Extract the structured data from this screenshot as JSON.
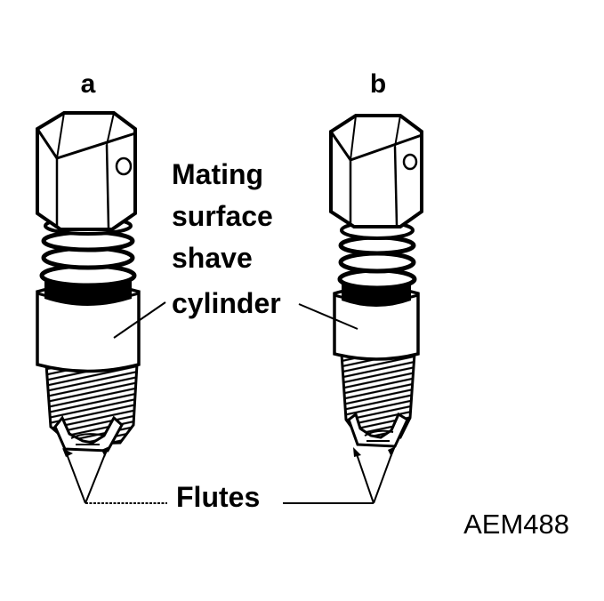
{
  "labels": {
    "a": "a",
    "b": "b",
    "mating_lines": [
      "Mating",
      "surface",
      "shave",
      "cylinder"
    ],
    "flutes": "Flutes",
    "figure_code": "AEM488"
  },
  "colors": {
    "ink": "#000000",
    "paper": "#ffffff",
    "shade": "#d9d9d9"
  }
}
